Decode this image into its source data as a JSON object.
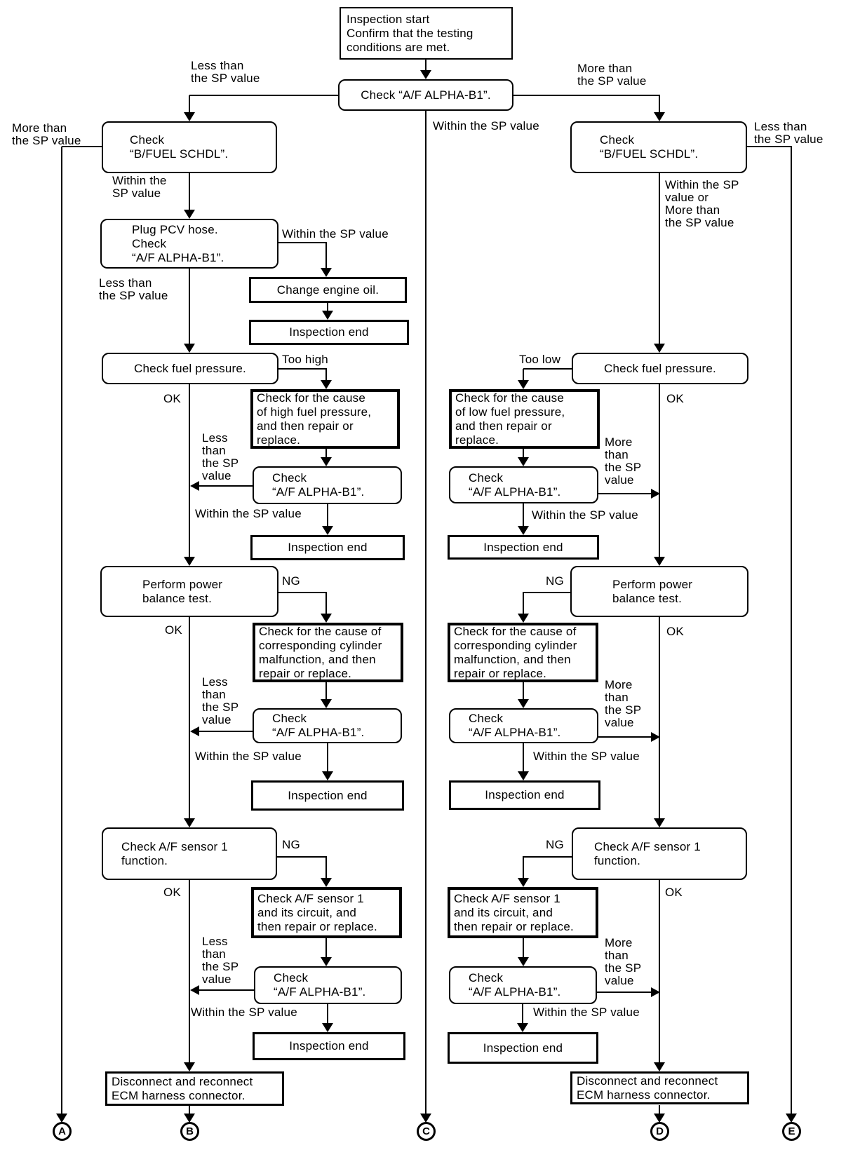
{
  "labels": {
    "start": "Inspection start\nConfirm that the testing\nconditions are met.",
    "check_alpha_1line": "Check “A/F ALPHA-B1”.",
    "check_alpha": "Check\n“A/F ALPHA-B1”.",
    "check_bfuel": "Check\n“B/FUEL SCHDL”.",
    "plug_pcv": "Plug PCV hose.\nCheck\n“A/F ALPHA-B1”.",
    "change_oil": "Change engine oil.",
    "inspection_end": "Inspection end",
    "check_fuel": "Check fuel pressure.",
    "cause_high": "Check for the cause\nof high fuel pressure,\nand then repair or\nreplace.",
    "cause_low": "Check for the cause\nof low fuel pressure,\nand then repair or\nreplace.",
    "power_balance": "Perform power\nbalance test.",
    "cause_cylinder": "Check for the cause of\ncorresponding cylinder\nmalfunction, and then\nrepair or replace.",
    "sensor_function": "Check A/F sensor 1\nfunction.",
    "sensor_circuit": "Check A/F sensor 1\nand its circuit, and\nthen repair or replace.",
    "disconnect_ecm": "Disconnect and reconnect\nECM harness connector.",
    "less_than": "Less than\nthe SP value",
    "more_than": "More than\nthe SP value",
    "within_sp": "Within the SP value",
    "within_sp_2line": "Within the\nSP value",
    "within_or_more": "Within the SP\nvalue or\nMore than\nthe SP value",
    "less_stack": "Less\nthan\nthe SP\nvalue",
    "more_stack": "More\nthan\nthe SP\nvalue",
    "too_high": "Too high",
    "too_low": "Too low",
    "ok": "OK",
    "ng": "NG"
  },
  "connectors": {
    "a": "A",
    "b": "B",
    "c": "C",
    "d": "D",
    "e": "E"
  },
  "colors": {
    "ink": "#000000",
    "paper": "#ffffff"
  }
}
